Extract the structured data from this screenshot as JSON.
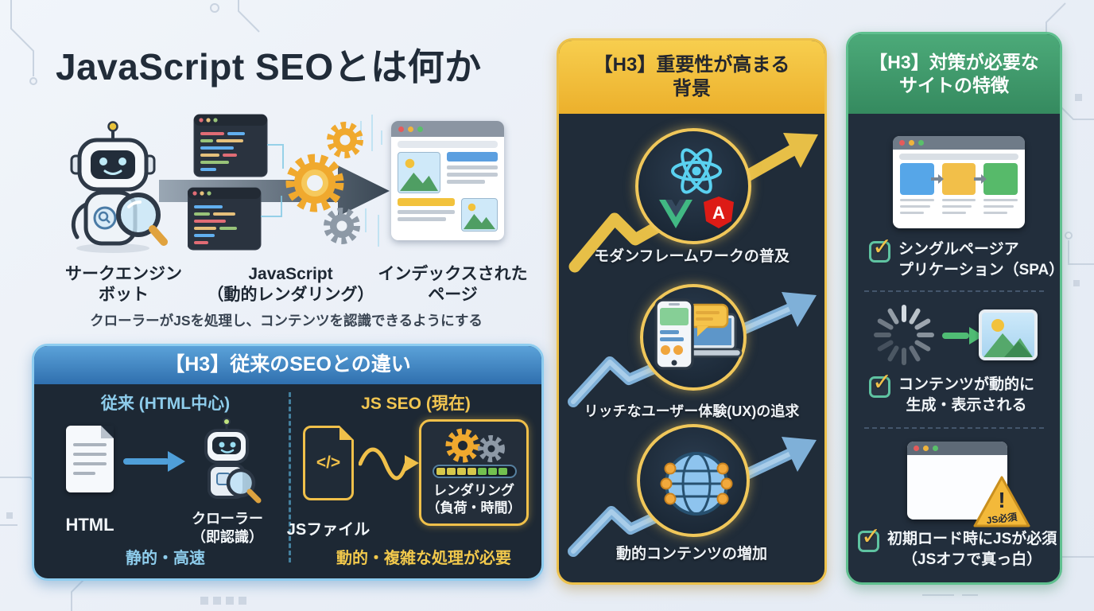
{
  "page": {
    "title": "JavaScript SEOとは何か"
  },
  "flow": {
    "node1_line1": "サークエンジン",
    "node1_line2": "ボット",
    "node2_line1": "JavaScript",
    "node2_line2": "（動的レンダリング）",
    "node3_line1": "インデックスされた",
    "node3_line2": "ページ",
    "caption": "クローラーがJSを処理し、コンテンツを認識できるようにする"
  },
  "comparison": {
    "header": "【H3】従来のSEOとの違い",
    "left_heading": "従来 (HTML中心)",
    "html_label": "HTML",
    "crawler_line1": "クローラー",
    "crawler_line2": "（即認識）",
    "left_footer": "静的・高速",
    "right_heading": "JS SEO (現在)",
    "js_file_label": "JSファイル",
    "render_line1": "レンダリング",
    "render_line2": "（負荷・時間）",
    "right_footer": "動的・複雑な処理が必要"
  },
  "background": {
    "header_line1": "【H3】重要性が高まる",
    "header_line2": "背景",
    "item1": "モダンフレームワークの普及",
    "item2": "リッチなユーザー体験(UX)の追求",
    "item3": "動的コンテンツの増加"
  },
  "features": {
    "header_line1": "【H3】対策が必要な",
    "header_line2": "サイトの特徴",
    "item1_line1": "シングルページア",
    "item1_line2": "プリケーション（SPA）",
    "item2_line1": "コンテンツが動的に",
    "item2_line2": "生成・表示される",
    "item3_line1": "初期ロード時にJSが必須",
    "item3_line2": "（JSオフで真っ白）",
    "warning_label": "JS必須"
  },
  "icons": {
    "check": "✓",
    "exclamation": "!",
    "code": "</>",
    "angular_letter": "A"
  },
  "colors": {
    "page_background": "#edf1f7",
    "panel_dark": "#1f2a37",
    "comparison_header_blue": "#3c7fb8",
    "comparison_border": "#8fd0f4",
    "background_header_amber": "#f0bb38",
    "background_border": "#edc14a",
    "features_header_green": "#3f9a6c",
    "features_border": "#5fc08f",
    "accent_yellow_text": "#f2c94c",
    "accent_lightblue_text": "#8ecdec"
  }
}
